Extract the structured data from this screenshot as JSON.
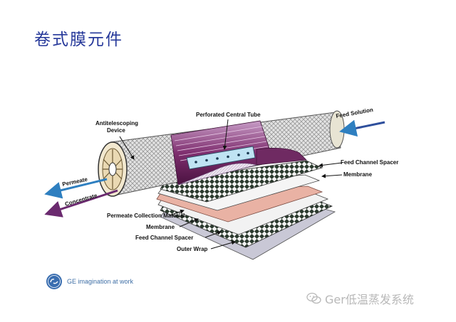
{
  "title": "卷式膜元件",
  "labels": {
    "perforated_tube": "Perforated Central Tube",
    "feed_solution": "Feed Solution",
    "antitelescoping_1": "Antitelescoping",
    "antitelescoping_2": "Device",
    "feed_channel_spacer_top": "Feed Channel Spacer",
    "membrane_top": "Membrane",
    "permeate": "Permeate",
    "concentrate": "Concentrate",
    "permeate_collection": "Permeate Collection Material",
    "membrane_bottom": "Membrane",
    "feed_channel_spacer_bottom": "Feed Channel Spacer",
    "outer_wrap": "Outer Wrap"
  },
  "footer": {
    "tagline": "GE imagination at work",
    "watermark": "Ger低温蒸发系统"
  },
  "colors": {
    "title": "#26389a",
    "arrow_blue": "#2e7fc0",
    "arrow_purple": "#6b2a6f",
    "outer_mesh": "#d6d6d6",
    "membrane_purple": "#8b3d78",
    "permeate_pink": "#e9b2a4",
    "outer_wrap": "#c9c8d6"
  }
}
